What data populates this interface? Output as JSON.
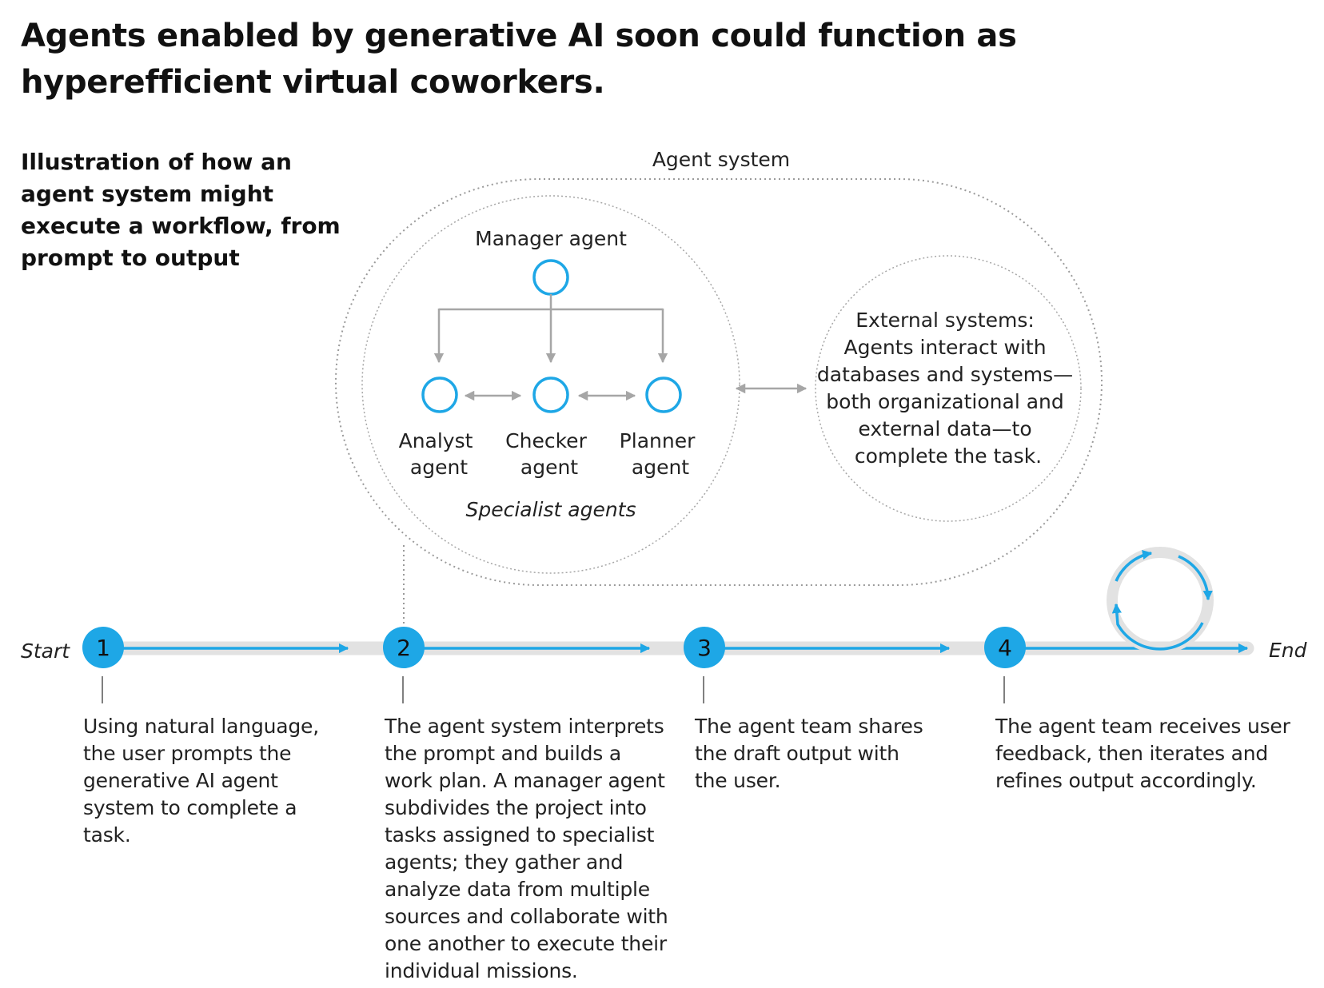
{
  "title": "Agents enabled by generative AI soon could function as hyperefficient virtual coworkers.",
  "subtitle": "Illustration of how an agent system might execute a workflow, from prompt to output",
  "agent_system": {
    "label": "Agent system",
    "manager": "Manager agent",
    "specialists": [
      {
        "line1": "Analyst",
        "line2": "agent"
      },
      {
        "line1": "Checker",
        "line2": "agent"
      },
      {
        "line1": "Planner",
        "line2": "agent"
      }
    ],
    "specialists_label": "Specialist agents",
    "external": [
      "External systems:",
      "Agents interact with",
      "databases and systems—",
      "both organizational and",
      "external data—to",
      "complete the task."
    ]
  },
  "timeline": {
    "start": "Start",
    "end": "End",
    "steps": [
      {
        "number": "1",
        "text": "Using natural language, the user prompts the generative AI agent system to complete a task."
      },
      {
        "number": "2",
        "text": "The agent system interprets the prompt and builds a work plan. A manager agent subdivides the project into tasks assigned to specialist agents; they gather and analyze data from multiple sources and collaborate with one another to execute their individual missions."
      },
      {
        "number": "3",
        "text": "The agent team shares the draft output with the user."
      },
      {
        "number": "4",
        "text": "The agent team receives user feedback, then iterates and refines output accordingly."
      }
    ]
  },
  "colors": {
    "accent": "#1ea7e6",
    "gray_line": "#e2e2e2",
    "arrow_gray": "#a6a6a6",
    "dotted": "#9a9a9a",
    "text": "#222222"
  }
}
